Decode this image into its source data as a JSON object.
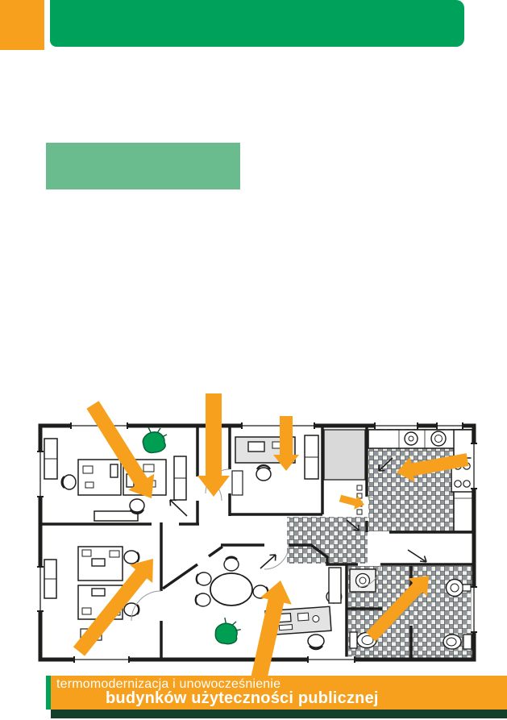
{
  "colors": {
    "orange": "#F6A01D",
    "green": "#00A25B",
    "light_green": "#6ABC8E",
    "dark_green": "#12402A",
    "ink": "#1D1D1B"
  },
  "footer": {
    "line1": "termomodernizacja i unowocześnienie",
    "line2": "budynków użyteczności publicznej"
  },
  "floorplan": {
    "kind": "hand-drawn office floor plan with orange airflow arrows",
    "rooms": [
      "office-top-left",
      "office-bottom-left",
      "office-top-middle",
      "meeting-room",
      "pantry",
      "kitchen",
      "bathroom",
      "hall"
    ],
    "orange_arrow_count": 8,
    "plant_count": 2,
    "tiled_rooms": [
      "kitchen",
      "corridor",
      "bathroom"
    ]
  }
}
